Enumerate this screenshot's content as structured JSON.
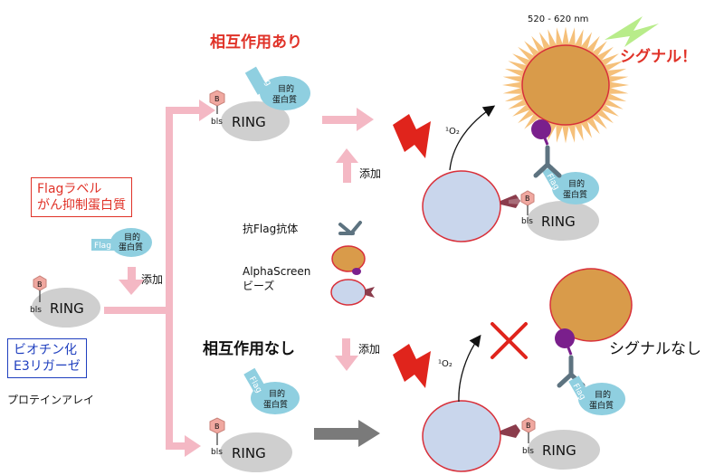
{
  "texts": {
    "interaction_yes": "相互作用あり",
    "interaction_no": "相互作用なし",
    "wavelength": "520 - 620 nm",
    "signal": "シグナル！",
    "no_signal": "シグナルなし",
    "add": "添加",
    "singlet_oxygen": "¹O₂",
    "anti_flag_antibody": "抗Flag抗体",
    "alphascreen_line1": "AlphaScreen",
    "alphascreen_line2": "ビーズ",
    "flag_label_line1": "Flagラベル",
    "flag_label_line2": "がん抑制蛋白質",
    "biotin_line1": "ビオチン化",
    "biotin_line2": "E3リガーゼ",
    "protein_array": "プロテインアレイ",
    "ring": "RING",
    "bls": "bls",
    "b": "B",
    "flag": "Flag",
    "target_line1": "目的",
    "target_line2": "蛋白質"
  },
  "colors": {
    "pink_arrow": "#f4b8c4",
    "gray_arrow": "#7a7a7a",
    "red_text": "#e03228",
    "blue_text": "#1f3fbf",
    "donor_bead": "#c9d6ec",
    "acceptor_bead": "#d99b4a",
    "bead_outline": "#d8303a",
    "ring_gray": "#cfcfcf",
    "biotin_hex": "#f0a8a0",
    "flag_blue": "#8fcfe0",
    "antibody": "#5d7380",
    "purple": "#7a1f8c",
    "bolt": "#e0241c",
    "green_bolt": "#b8ec8a",
    "glow": "#f5c07a"
  }
}
